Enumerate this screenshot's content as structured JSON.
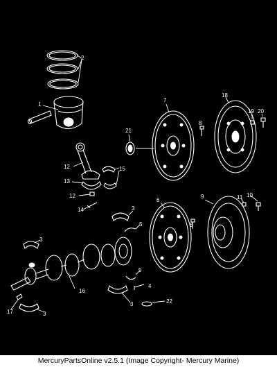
{
  "diagram": {
    "background": "#000000",
    "line_color": "#ffffff",
    "callouts": [
      "1",
      "2",
      "3",
      "4",
      "5",
      "6",
      "7",
      "8",
      "9",
      "10",
      "11",
      "12",
      "13",
      "14",
      "15",
      "16",
      "17",
      "18",
      "19",
      "20",
      "21",
      "22"
    ]
  },
  "footer": {
    "text": "MercuryPartsOnline v2.5.1 (Image Copyright- Mercury Marine)"
  }
}
